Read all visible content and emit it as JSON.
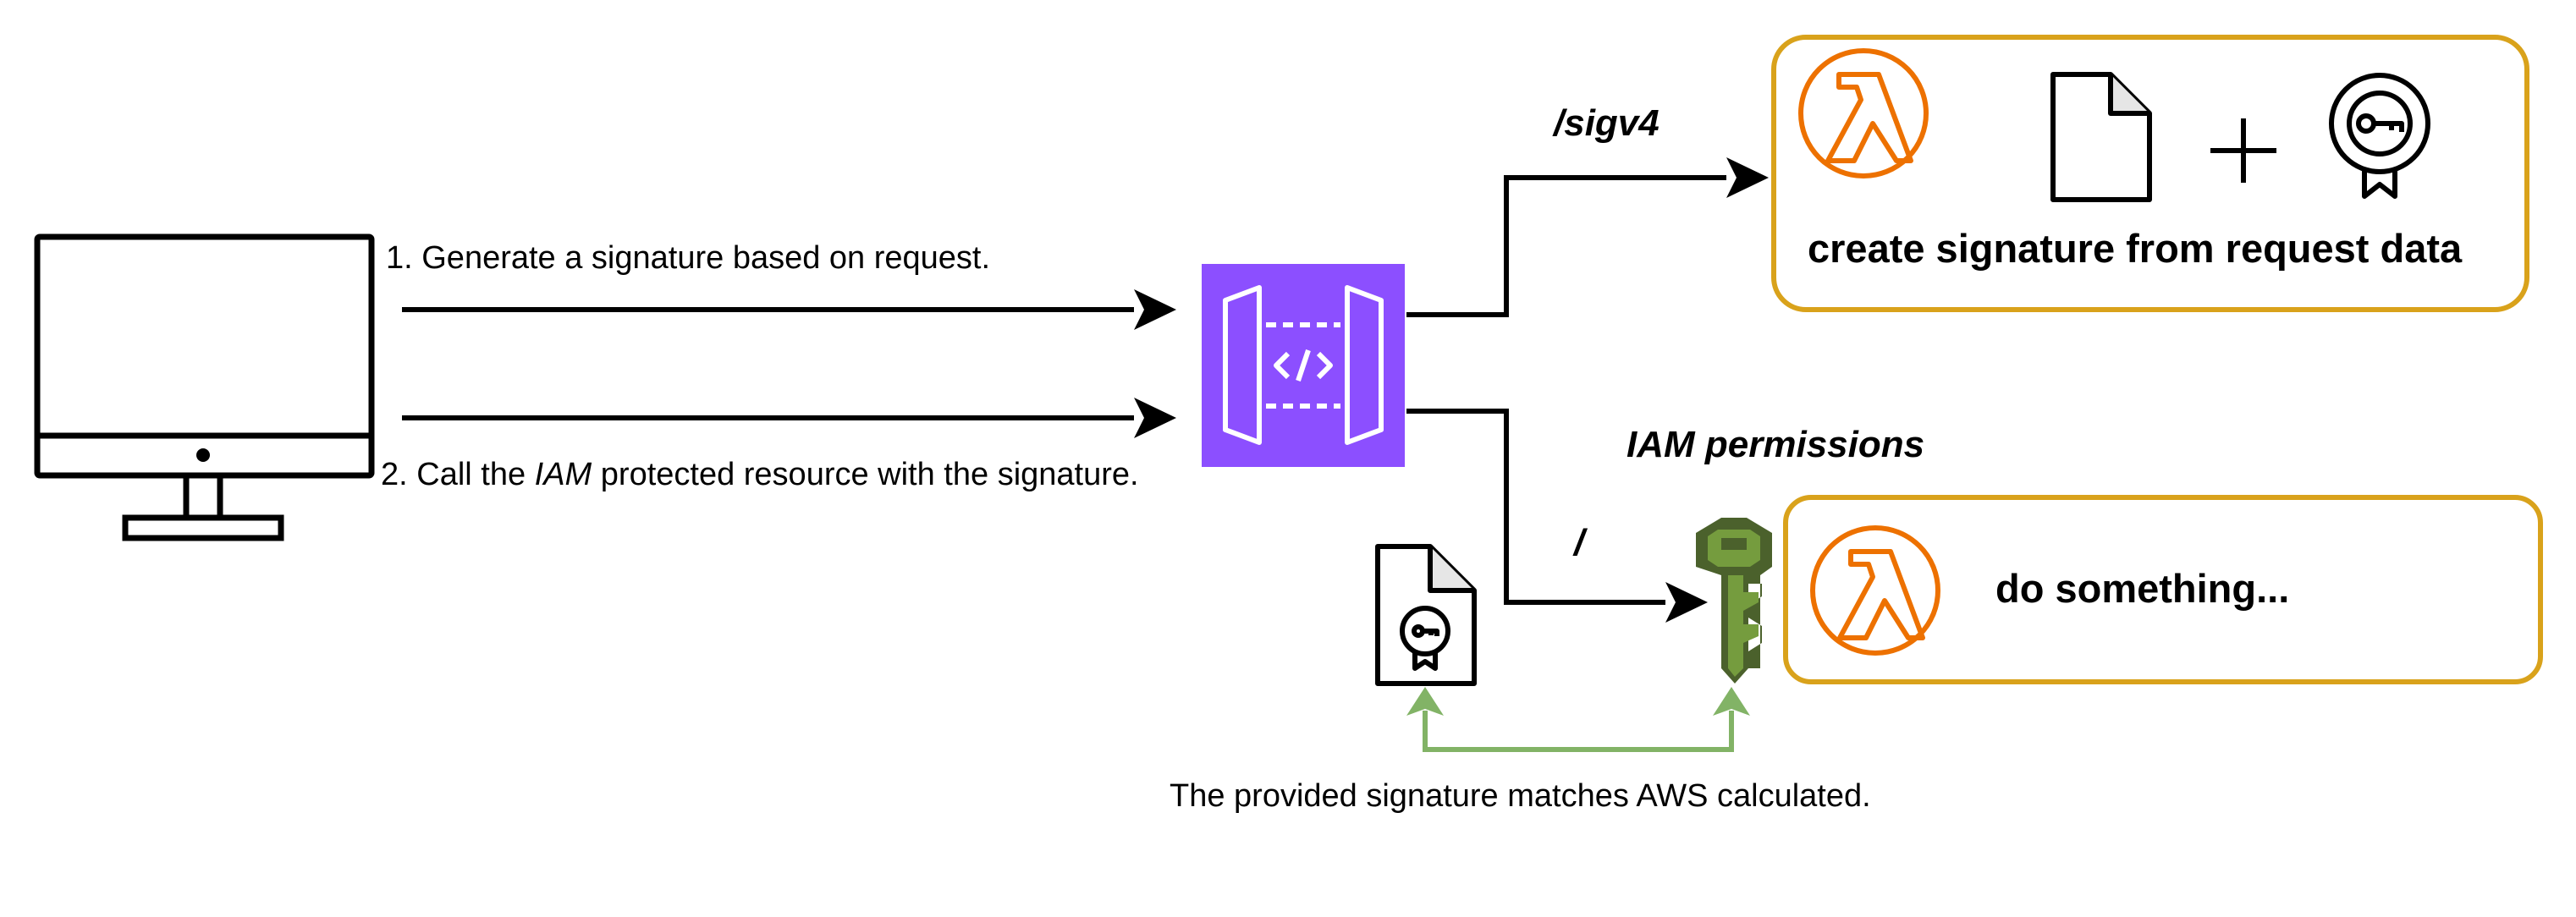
{
  "labels": {
    "step1": "1. Generate a signature based on request.",
    "step2_before": "2. Call the ",
    "step2_iam": "IAM",
    "step2_after": " protected resource with the signature.",
    "route_sigv4": "/sigv4",
    "route_root": "/",
    "iam_permissions": "IAM permissions",
    "signature_match": "The provided signature matches AWS calculated."
  },
  "boxes": {
    "sigv4_lambda": {
      "title": "create signature from request data"
    },
    "root_lambda": {
      "title": "do something..."
    }
  },
  "icons": {
    "client": "desktop-computer-icon",
    "api_gateway": "api-gateway-icon",
    "lambda": "lambda-icon",
    "document": "document-icon",
    "plus": "plus-icon",
    "certificate_key": "certificate-key-icon",
    "iam_key": "iam-key-icon",
    "signed_document": "signed-document-icon"
  },
  "colors": {
    "api_gateway": "#8c4fff",
    "lambda_orange": "#ed7100",
    "box_border": "#d9a21b",
    "iam_green_light": "#759c3e",
    "iam_green_dark": "#4b612c",
    "match_arrow": "#82b366",
    "line": "#000000"
  }
}
